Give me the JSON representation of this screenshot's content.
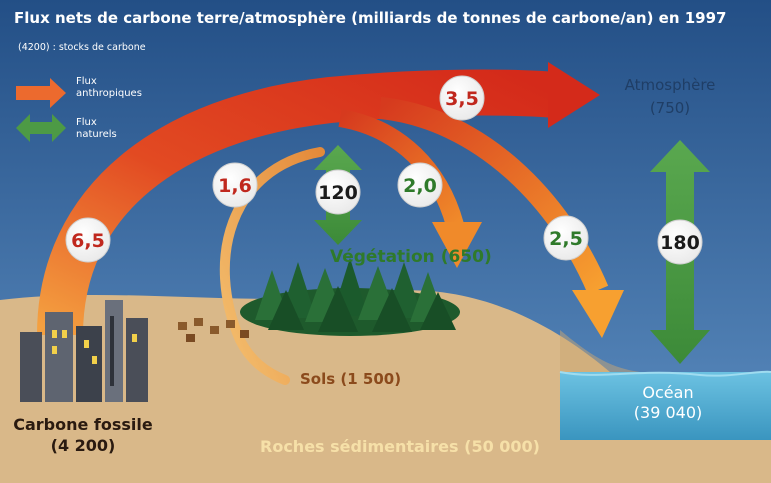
{
  "title": "Flux nets de carbone terre/atmosphère (milliards de tonnes de carbone/an) en 1997",
  "legend": {
    "stock_note": "(4200) : stocks de carbone",
    "anthropic": [
      "Flux",
      "anthropiques"
    ],
    "natural": [
      "Flux",
      "naturels"
    ]
  },
  "reservoirs": {
    "atmosphere": {
      "name": "Atmosphère",
      "stock": "(750)"
    },
    "vegetation": "Végétation (650)",
    "soils": "Sols (1 500)",
    "ocean": {
      "name": "Océan",
      "stock": "(39 040)"
    },
    "fossil": {
      "name": "Carbone fossile",
      "stock": "(4 200)"
    },
    "rocks": "Roches sédimentaires (50 000)"
  },
  "fluxes": {
    "fossil_emissions": "6,5",
    "atmosphere_increase": "3,5",
    "land_use": "1,6",
    "vegetation_exchange": "120",
    "land_sink": "2,0",
    "ocean_sink": "2,5",
    "ocean_exchange": "180"
  },
  "colors": {
    "sky": "#2d5d96",
    "ground": "#d9b889",
    "sea": "#4eaad0",
    "anthropic_flux": "#d83a1e",
    "natural_flux": "#4d9a45",
    "flux_number_anthropic": "#c0281e",
    "flux_number_natural": "#2f7a2a",
    "flux_number_neutral": "#1a1a1a"
  }
}
